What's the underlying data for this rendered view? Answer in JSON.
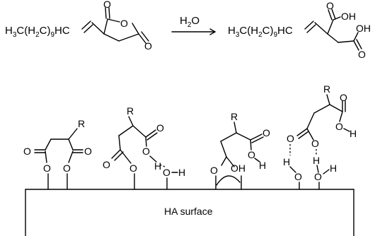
{
  "reaction": {
    "reactant_chain": "H3C(H2C)9HC",
    "reagent": "H2O",
    "product_chain": "H3C(H2C)9HC",
    "ring_oxygen": "O",
    "carbonyl_oxygen": "O",
    "oh_label": "OH"
  },
  "surface": {
    "label": "HA surface",
    "r_group": "R",
    "oxygen": "O",
    "hydrogen": "H",
    "oh_label": "OH"
  }
}
